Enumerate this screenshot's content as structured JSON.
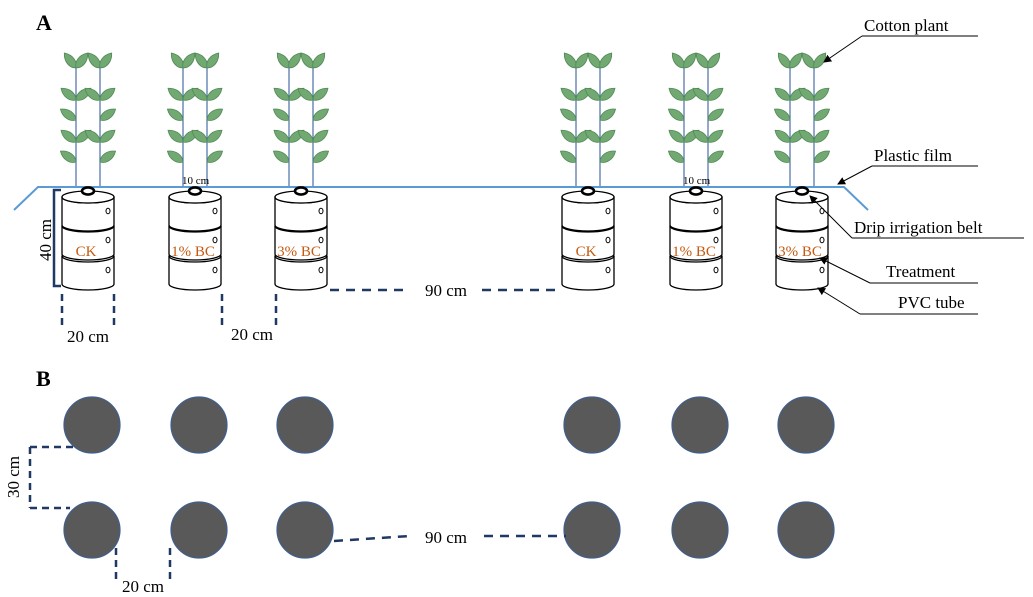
{
  "panels": {
    "a": {
      "label": "A"
    },
    "b": {
      "label": "B"
    }
  },
  "callouts": {
    "cotton_plant": "Cotton plant",
    "plastic_film": "Plastic film",
    "drip_irrigation_belt": "Drip irrigation belt",
    "treatment": "Treatment",
    "pvc_tube": "PVC tube"
  },
  "treatments": [
    "CK",
    "1% BC",
    "3% BC",
    "CK",
    "1% BC",
    "3% BC"
  ],
  "dimensions": {
    "tube_height": "40 cm",
    "tube_width": "20 cm",
    "tube_spacing": "20 cm",
    "group_spacing": "90 cm",
    "film_gap": "10 cm",
    "row_spacing": "30 cm",
    "b_tube_spacing": "20 cm",
    "b_group_spacing": "90 cm"
  },
  "colors": {
    "leaf": "#72a872",
    "leaf_dark": "#4f8a55",
    "stem": "#4a6fa8",
    "film": "#5b9bd5",
    "dashed_dimension": "#1f3864",
    "treatment_text": "#c55a11",
    "circle_fill": "#595959",
    "circle_stroke": "#3f5f8f",
    "outline": "#000000"
  }
}
